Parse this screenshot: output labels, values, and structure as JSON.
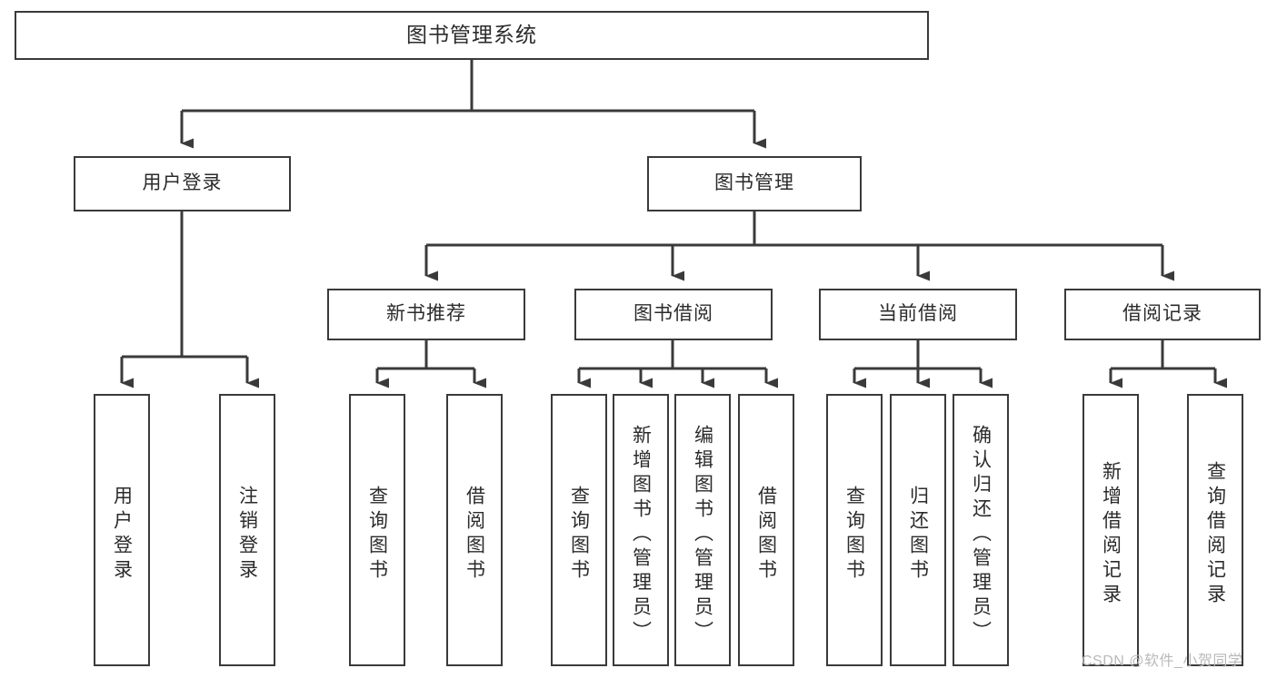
{
  "diagram": {
    "type": "tree-hierarchy-chart",
    "title": "图书管理系统",
    "stroke_color": "#3a3a3a",
    "text_color": "#2b2b2b",
    "background_color": "#ffffff"
  },
  "root": {
    "label": "图书管理系统"
  },
  "level1": [
    {
      "label": "用户登录"
    },
    {
      "label": "图书管理"
    }
  ],
  "level2": [
    {
      "label": "新书推荐"
    },
    {
      "label": "图书借阅"
    },
    {
      "label": "当前借阅"
    },
    {
      "label": "借阅记录"
    }
  ],
  "leaves": {
    "user_login": [
      {
        "label": "用户登录"
      },
      {
        "label": "注销登录"
      }
    ],
    "new_book": [
      {
        "label": "查询图书"
      },
      {
        "label": "借阅图书"
      }
    ],
    "book_borrow": [
      {
        "label": "查询图书"
      },
      {
        "label": "新增图书（管理员）"
      },
      {
        "label": "编辑图书（管理员）"
      },
      {
        "label": "借阅图书"
      }
    ],
    "current_borrow": [
      {
        "label": "查询图书"
      },
      {
        "label": "归还图书"
      },
      {
        "label": "确认归还（管理员）"
      }
    ],
    "borrow_record": [
      {
        "label": "新增借阅记录"
      },
      {
        "label": "查询借阅记录"
      }
    ]
  },
  "watermark": {
    "text": "CSDN @软件_小贺同学",
    "color": "#b9b9b9"
  }
}
